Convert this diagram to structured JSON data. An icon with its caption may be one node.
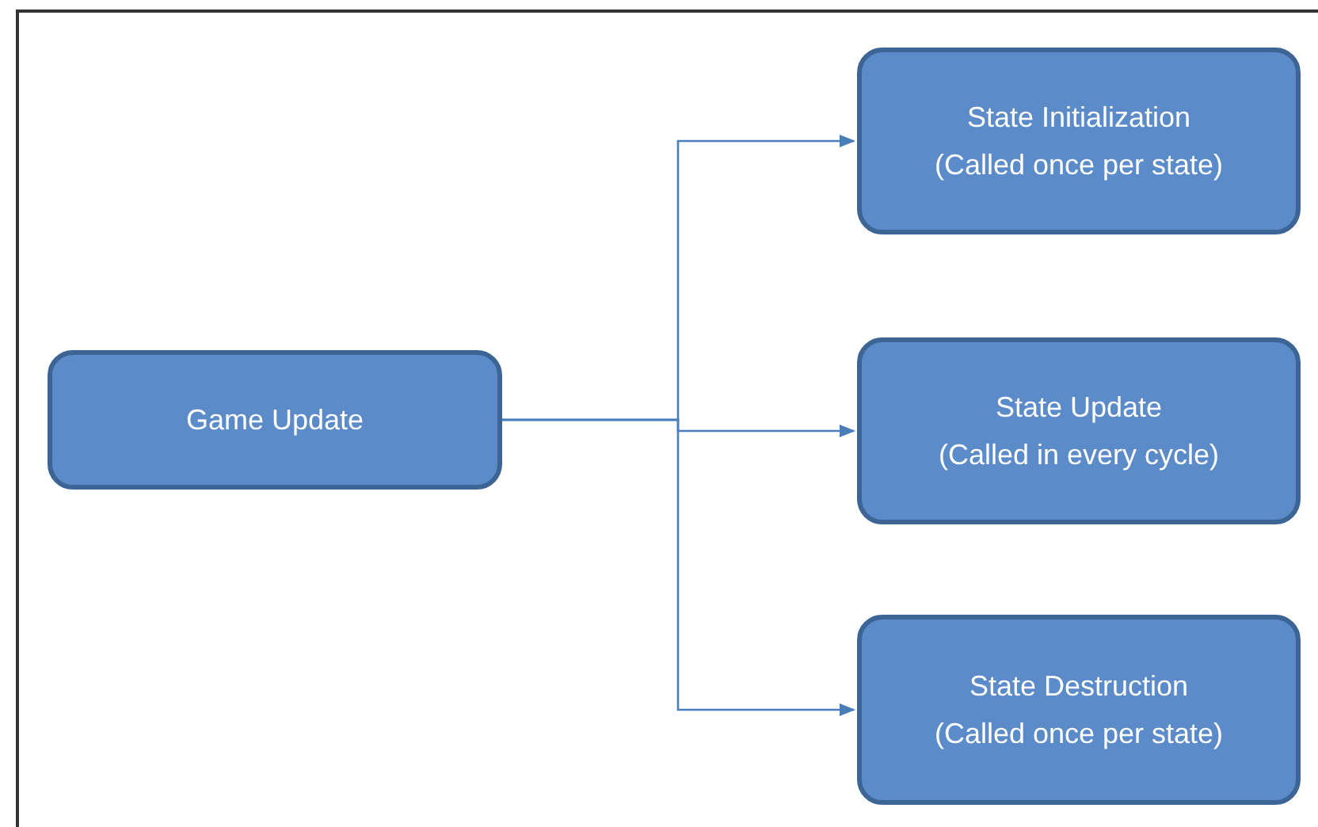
{
  "diagram": {
    "nodes": [
      {
        "text": [
          "Game Update"
        ]
      },
      {
        "text": [
          "State Initialization",
          "(Called once per state)"
        ]
      },
      {
        "text": [
          "State Update",
          "(Called in every cycle)"
        ]
      },
      {
        "text": [
          "State Destruction",
          "(Called once per state)"
        ]
      }
    ],
    "edges": [
      {
        "from": 0,
        "to": 1,
        "arrow": "to"
      },
      {
        "from": 0,
        "to": 2,
        "arrow": "to"
      },
      {
        "from": 0,
        "to": 3,
        "arrow": "to"
      }
    ]
  }
}
